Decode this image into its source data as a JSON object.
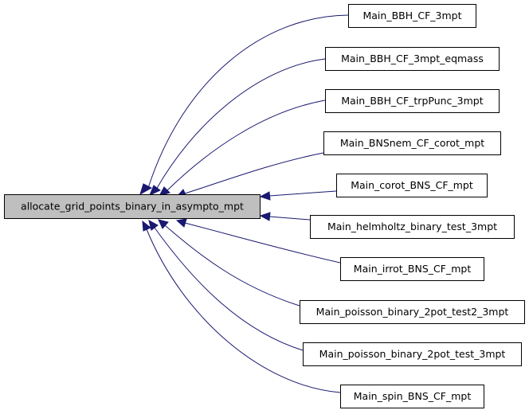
{
  "root": {
    "label": "allocate_grid_points_binary_in_asympto_mpt"
  },
  "callers": [
    {
      "label": "Main_BBH_CF_3mpt"
    },
    {
      "label": "Main_BBH_CF_3mpt_eqmass"
    },
    {
      "label": "Main_BBH_CF_trpPunc_3mpt"
    },
    {
      "label": "Main_BNSnem_CF_corot_mpt"
    },
    {
      "label": "Main_corot_BNS_CF_mpt"
    },
    {
      "label": "Main_helmholtz_binary_test_3mpt"
    },
    {
      "label": "Main_irrot_BNS_CF_mpt"
    },
    {
      "label": "Main_poisson_binary_2pot_test2_3mpt"
    },
    {
      "label": "Main_poisson_binary_2pot_test_3mpt"
    },
    {
      "label": "Main_spin_BNS_CF_mpt"
    }
  ],
  "colors": {
    "edge": "#191970",
    "root_fill": "#bfbfbf",
    "node_fill": "#ffffff"
  }
}
